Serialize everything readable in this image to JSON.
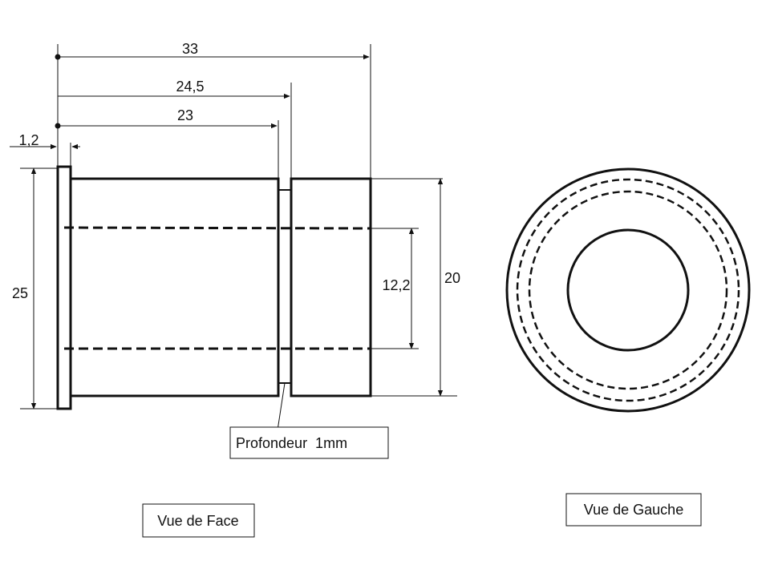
{
  "dimensions": {
    "total_length": "33",
    "groove_position": "24,5",
    "body_length": "23",
    "flange_thickness": "1,2",
    "flange_diameter": "25",
    "bore_diameter": "12,2",
    "body_diameter": "20"
  },
  "notes": {
    "groove_depth": "Profondeur  1mm"
  },
  "views": {
    "front": "Vue de Face",
    "left": "Vue de Gauche"
  },
  "colors": {
    "line": "#111111",
    "background": "#ffffff"
  }
}
